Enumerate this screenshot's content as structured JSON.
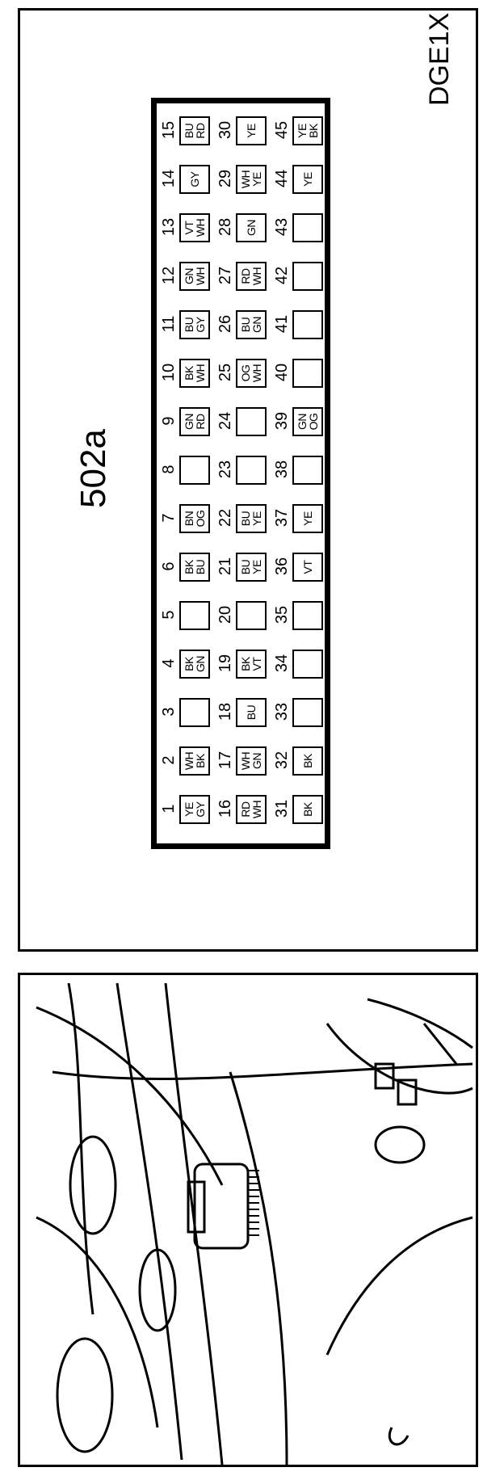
{
  "diagram": {
    "connector_id": "502a",
    "code": "DGE1X",
    "pins": [
      {
        "num": "1",
        "c1": "YE",
        "c2": "GY"
      },
      {
        "num": "2",
        "c1": "WH",
        "c2": "BK"
      },
      {
        "num": "3",
        "c1": "",
        "c2": ""
      },
      {
        "num": "4",
        "c1": "BK",
        "c2": "GN"
      },
      {
        "num": "5",
        "c1": "",
        "c2": ""
      },
      {
        "num": "6",
        "c1": "BK",
        "c2": "BU"
      },
      {
        "num": "7",
        "c1": "BN",
        "c2": "OG"
      },
      {
        "num": "8",
        "c1": "",
        "c2": ""
      },
      {
        "num": "9",
        "c1": "GN",
        "c2": "RD"
      },
      {
        "num": "10",
        "c1": "BK",
        "c2": "WH"
      },
      {
        "num": "11",
        "c1": "BU",
        "c2": "GY"
      },
      {
        "num": "12",
        "c1": "GN",
        "c2": "WH"
      },
      {
        "num": "13",
        "c1": "VT",
        "c2": "WH"
      },
      {
        "num": "14",
        "c1": "GY",
        "c2": ""
      },
      {
        "num": "15",
        "c1": "BU",
        "c2": "RD"
      },
      {
        "num": "16",
        "c1": "RD",
        "c2": "WH"
      },
      {
        "num": "17",
        "c1": "WH",
        "c2": "GN"
      },
      {
        "num": "18",
        "c1": "BU",
        "c2": ""
      },
      {
        "num": "19",
        "c1": "BK",
        "c2": "VT"
      },
      {
        "num": "20",
        "c1": "",
        "c2": ""
      },
      {
        "num": "21",
        "c1": "BU",
        "c2": "YE"
      },
      {
        "num": "22",
        "c1": "BU",
        "c2": "YE"
      },
      {
        "num": "23",
        "c1": "",
        "c2": ""
      },
      {
        "num": "24",
        "c1": "",
        "c2": ""
      },
      {
        "num": "25",
        "c1": "OG",
        "c2": "WH"
      },
      {
        "num": "26",
        "c1": "BU",
        "c2": "GN"
      },
      {
        "num": "27",
        "c1": "RD",
        "c2": "WH"
      },
      {
        "num": "28",
        "c1": "GN",
        "c2": ""
      },
      {
        "num": "29",
        "c1": "WH",
        "c2": "YE"
      },
      {
        "num": "30",
        "c1": "YE",
        "c2": ""
      },
      {
        "num": "31",
        "c1": "BK",
        "c2": ""
      },
      {
        "num": "32",
        "c1": "BK",
        "c2": ""
      },
      {
        "num": "33",
        "c1": "",
        "c2": ""
      },
      {
        "num": "34",
        "c1": "",
        "c2": ""
      },
      {
        "num": "35",
        "c1": "",
        "c2": ""
      },
      {
        "num": "36",
        "c1": "VT",
        "c2": ""
      },
      {
        "num": "37",
        "c1": "YE",
        "c2": ""
      },
      {
        "num": "38",
        "c1": "",
        "c2": ""
      },
      {
        "num": "39",
        "c1": "GN",
        "c2": "OG"
      },
      {
        "num": "40",
        "c1": "",
        "c2": ""
      },
      {
        "num": "41",
        "c1": "",
        "c2": ""
      },
      {
        "num": "42",
        "c1": "",
        "c2": ""
      },
      {
        "num": "43",
        "c1": "",
        "c2": ""
      },
      {
        "num": "44",
        "c1": "YE",
        "c2": ""
      },
      {
        "num": "45",
        "c1": "YE",
        "c2": "BK"
      }
    ]
  }
}
